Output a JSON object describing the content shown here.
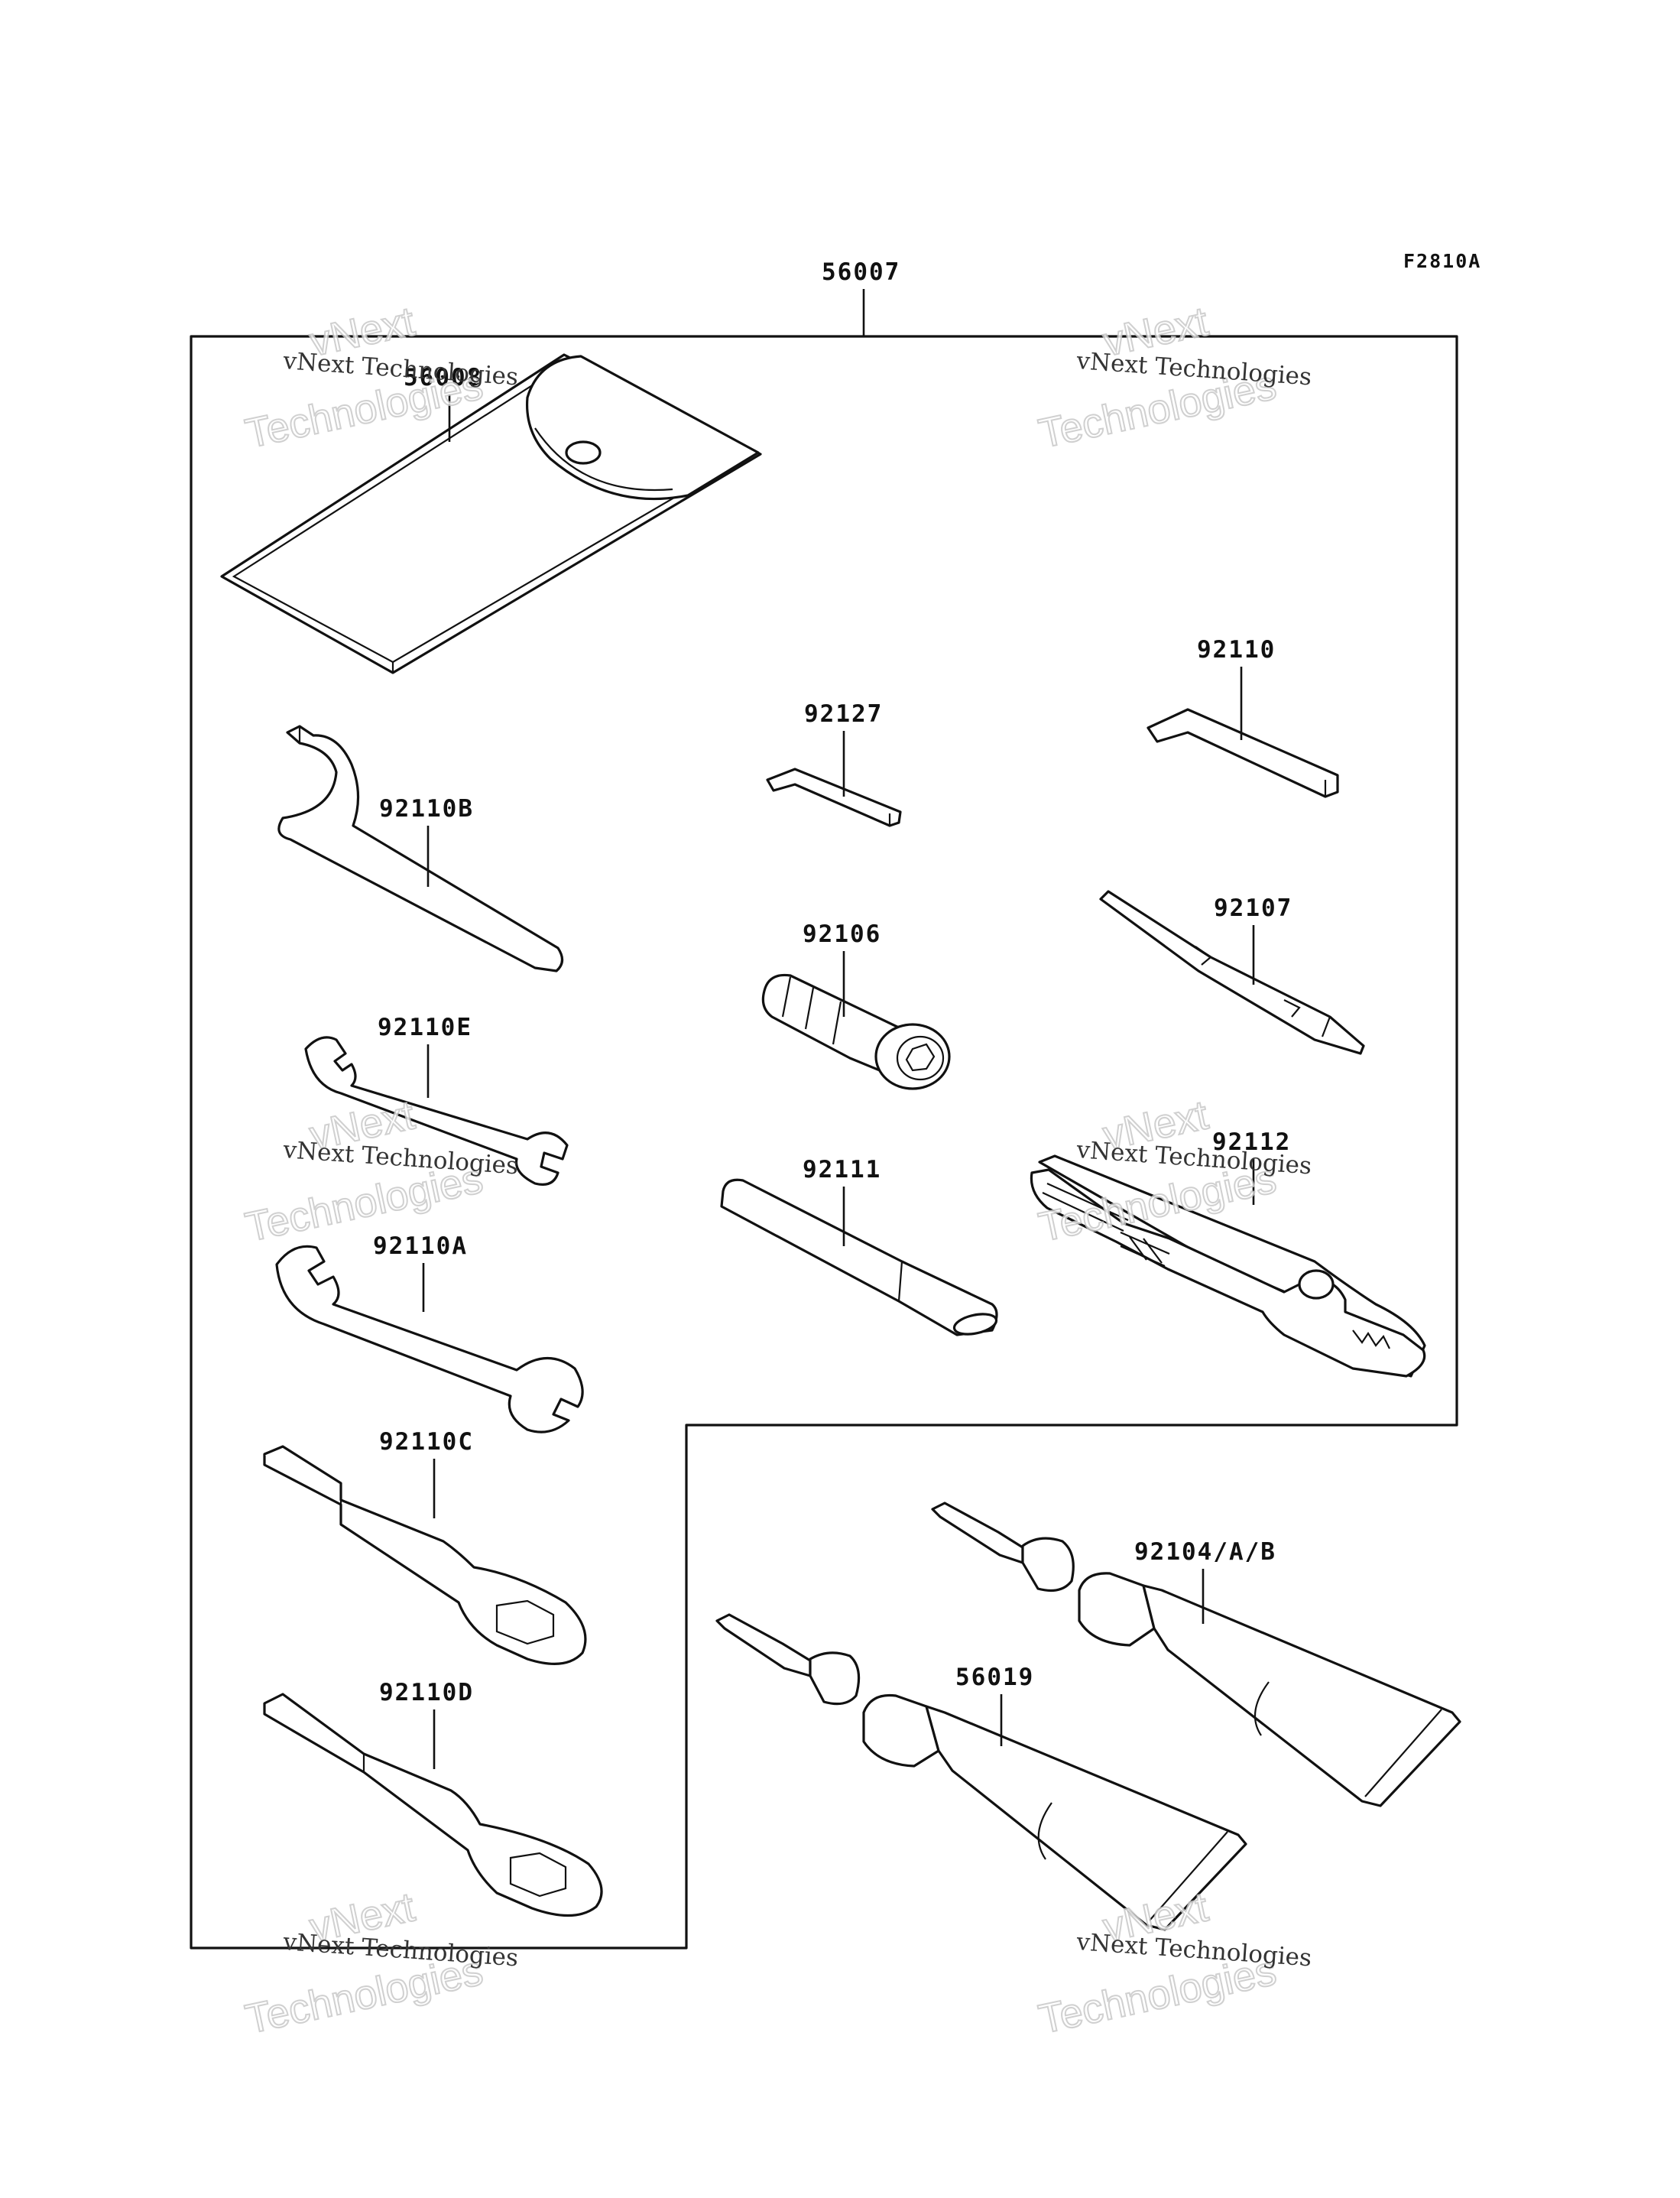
{
  "figure_code": "F2810A",
  "kit_label": "56007",
  "parts": {
    "case": "56008",
    "hook_wrench": "92110B",
    "wrench_e": "92110E",
    "wrench_a": "92110A",
    "box_wrench_c": "92110C",
    "box_wrench_d": "92110D",
    "hex_key_small": "92127",
    "hex_key_large": "92110",
    "socket": "92106",
    "screwdriver": "92107",
    "extension_bar": "92111",
    "pliers": "92112",
    "grease_tube": "92104/A/B",
    "bond_tube": "56019"
  },
  "watermark": {
    "company_line": "vNext Technologies",
    "top_word": "vNext",
    "bottom_word": "Technologies"
  },
  "colors": {
    "line": "#111111",
    "background": "#ffffff"
  }
}
